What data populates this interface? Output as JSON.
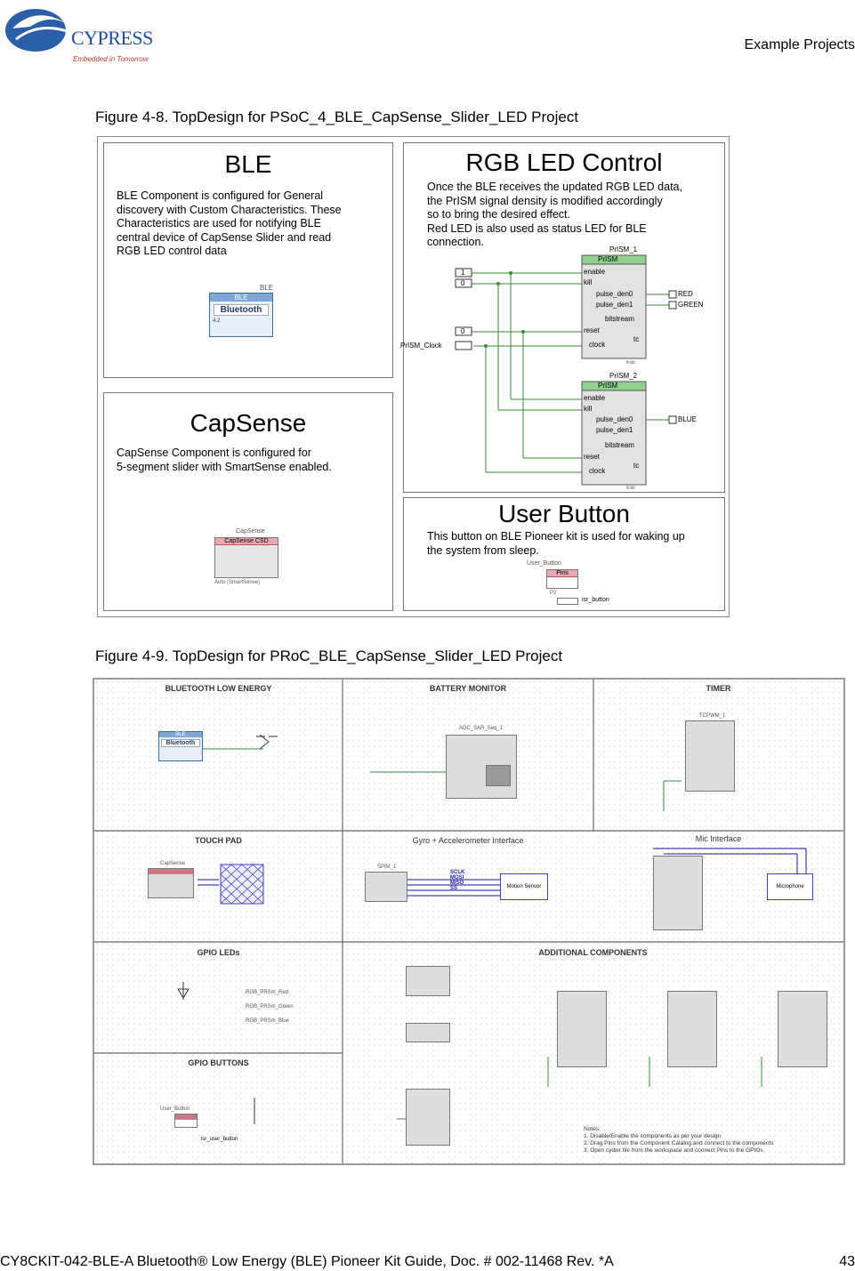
{
  "header": {
    "logo_text": "CYPRESS",
    "logo_tagline": "Embedded in Tomorrow",
    "section": "Example Projects"
  },
  "figure1": {
    "caption": "Figure 4-8.  TopDesign for PSoC_4_BLE_CapSense_Slider_LED Project",
    "ble": {
      "title": "BLE",
      "lines": [
        "BLE Component is configured for General",
        "discovery with Custom Characteristics. These",
        "Characteristics are used for notifying BLE",
        "central device of CapSense Slider and read",
        "RGB LED control data"
      ],
      "comp_name": "BLE",
      "comp_header": "BLE",
      "comp_label": "Bluetooth",
      "comp_ver": "4.2"
    },
    "rgb": {
      "title": "RGB LED Control",
      "lines": [
        "Once the BLE receives the updated RGB LED data,",
        "the PrISM signal density is modified accordingly",
        "so to bring the desired effect.",
        "Red LED is also used as status LED for BLE",
        "connection."
      ],
      "prism1_name": "PrISM_1",
      "prism2_name": "PrISM_2",
      "prism_header": "PrISM",
      "pins_left": [
        "enable",
        "kill",
        "reset",
        "clock"
      ],
      "pins_right": [
        "pulse_den0",
        "pulse_den1",
        "bitstream",
        "tc"
      ],
      "out_red": "RED",
      "out_green": "GREEN",
      "out_blue": "BLUE",
      "clock_label": "PrISM_Clock",
      "const1": "1",
      "const0": "0",
      "const0b": "0",
      "bits": "8-bit"
    },
    "capsense": {
      "title": "CapSense",
      "lines": [
        "CapSense Component is configured for",
        "5-segment slider with SmartSense enabled."
      ],
      "comp_name": "CapSense",
      "comp_header": "CapSense CSD",
      "comp_mode": "Auto (SmartSense)"
    },
    "button": {
      "title": "User Button",
      "lines": [
        "This button on BLE Pioneer kit is used for waking up",
        "the system from sleep."
      ],
      "pin_name": "User_Button",
      "pin_header": "Pins",
      "isr_label": "isr_button",
      "p_label": "P2"
    }
  },
  "figure2": {
    "caption": "Figure 4-9.  TopDesign for PRoC_BLE_CapSense_Slider_LED Project",
    "sections": {
      "ble": "BLUETOOTH LOW ENERGY",
      "battery": "BATTERY MONITOR",
      "timer": "TIMER",
      "touch": "TOUCH PAD",
      "gyro": "Gyro + Accelerometer Interface",
      "mic": "Mic Interface",
      "leds": "GPIO LEDs",
      "additional": "ADDITIONAL COMPONENTS",
      "buttons": "GPIO BUTTONS"
    },
    "ble_comp": "BLE",
    "ble_comp_label": "Bluetooth",
    "adc_name": "ADC_SAR_Seq_1",
    "timer_name": "TCPWM_1",
    "capsense_name": "CapSense",
    "spi_name": "SPIM_1",
    "motion_label": "Motion Sensor",
    "spi_signals": [
      "SCLK",
      "MOSI",
      "MISO",
      "SS"
    ],
    "mic_label": "Microphone",
    "led_labels": [
      "RGB_PRSm_Red",
      "RGB_PRSm_Green",
      "RGB_PRSm_Blue"
    ],
    "button_pin": "User_Button",
    "isr_label": "isr_user_button",
    "notes_title": "Notes:",
    "notes": [
      "1. Disable/Enable the components as per your design",
      "2. Drag Pins from the Component Catalog and connect to the components",
      "3. Open cydwr file from the workspace and connect Pins to the GPIOs"
    ]
  },
  "footer": {
    "text": "CY8CKIT-042-BLE-A Bluetooth® Low Energy (BLE) Pioneer Kit Guide, Doc. # 002-11468 Rev. *A",
    "page": "43"
  }
}
